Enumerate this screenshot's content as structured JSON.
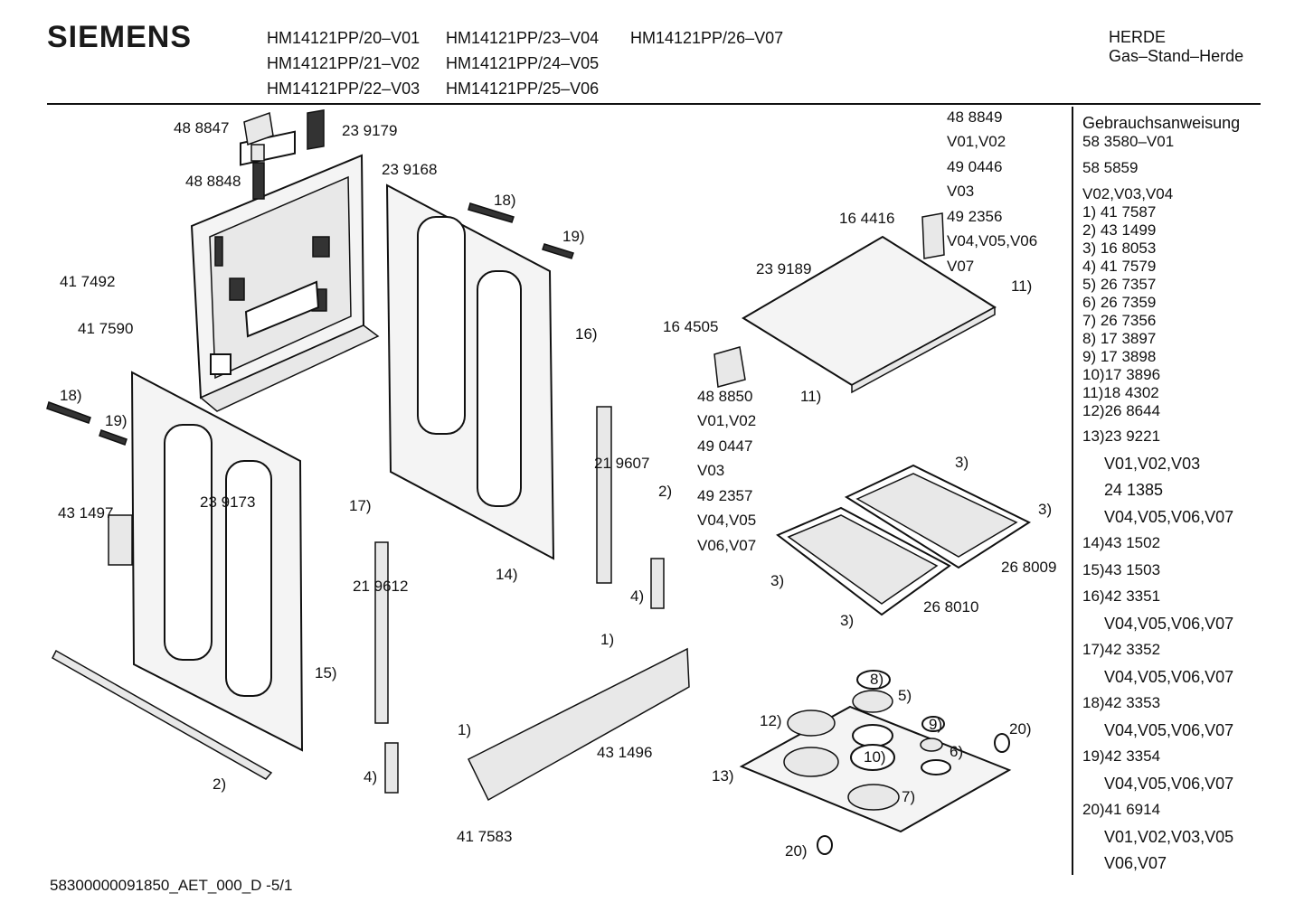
{
  "header": {
    "brand": "SIEMENS",
    "models": [
      [
        "HM14121PP/20–V01",
        "HM14121PP/23–V04",
        "HM14121PP/26–V07"
      ],
      [
        "HM14121PP/21–V02",
        "HM14121PP/24–V05"
      ],
      [
        "HM14121PP/22–V03",
        "HM14121PP/25–V06"
      ]
    ],
    "category": "HERDE",
    "subcategory": "Gas–Stand–Herde"
  },
  "diagram_labels": {
    "p488847": "48 8847",
    "p239179": "23 9179",
    "p488848": "48 8848",
    "p239168": "23 9168",
    "c18a": "18)",
    "c19a": "19)",
    "p417492": "41 7492",
    "p417590": "41 7590",
    "c16": "16)",
    "c18b": "18)",
    "c19b": "19)",
    "p431497": "43 1497",
    "p239173": "23 9173",
    "c17": "17)",
    "p219607": "21 9607",
    "c2a": "2)",
    "p219612": "21 9612",
    "c14": "14)",
    "c4a": "4)",
    "c1a": "1)",
    "c15": "15)",
    "c1b": "1)",
    "p431496": "43 1496",
    "c4b": "4)",
    "c2b": "2)",
    "p417583": "41 7583",
    "p488849": "48 8849",
    "v0102a": "V01,V02",
    "p490446": "49 0446",
    "v03a": "V03",
    "p492356": "49 2356",
    "v040506": "V04,V05,V06",
    "v07": "V07",
    "p164416": "16 4416",
    "p239189": "23 9189",
    "c11a": "11)",
    "p164505": "16 4505",
    "p488850": "48 8850",
    "c11b": "11)",
    "v0102b": "V01,V02",
    "p490447": "49 0447",
    "v03b": "V03",
    "p492357": "49 2357",
    "v0405": "V04,V05",
    "v0607": "V06,V07",
    "c3a": "3)",
    "c3b": "3)",
    "c3c": "3)",
    "c3d": "3)",
    "p268009": "26 8009",
    "p268010": "26 8010",
    "c8": "8)",
    "c5": "5)",
    "c12": "12)",
    "c9": "9)",
    "c20a": "20)",
    "c10": "10)",
    "c6": "6)",
    "c13": "13)",
    "c7": "7)",
    "c20b": "20)"
  },
  "sidebar": {
    "manual_title": "Gebrauchsanweisung",
    "manual_no": "58 3580–V01",
    "manual_no2": "58 5859",
    "variants": "V02,V03,V04",
    "parts": [
      "1) 41 7587",
      "2) 43 1499",
      "3) 16 8053",
      "4) 41 7579",
      "5) 26 7357",
      "6) 26 7359",
      "7) 26 7356",
      "8) 17 3897",
      "9) 17 3898",
      "10)17 3896",
      "11)18 4302",
      "12)26 8644"
    ],
    "parts2": [
      {
        "text": "13)23 9221",
        "indent": false
      },
      {
        "text": "V01,V02,V03",
        "indent": true
      },
      {
        "text": "24 1385",
        "indent": true
      },
      {
        "text": "V04,V05,V06,V07",
        "indent": true
      },
      {
        "text": "14)43 1502",
        "indent": false
      },
      {
        "text": "15)43 1503",
        "indent": false
      },
      {
        "text": "16)42 3351",
        "indent": false
      },
      {
        "text": "V04,V05,V06,V07",
        "indent": true
      },
      {
        "text": "17)42 3352",
        "indent": false
      },
      {
        "text": "V04,V05,V06,V07",
        "indent": true
      },
      {
        "text": "18)42 3353",
        "indent": false
      },
      {
        "text": "V04,V05,V06,V07",
        "indent": true
      },
      {
        "text": "19)42 3354",
        "indent": false
      },
      {
        "text": "V04,V05,V06,V07",
        "indent": true
      },
      {
        "text": "20)41 6914",
        "indent": false
      },
      {
        "text": "V01,V02,V03,V05",
        "indent": true
      },
      {
        "text": "V06,V07",
        "indent": true
      }
    ]
  },
  "footer": {
    "doc_id": "58300000091850_AET_000_D",
    "page": "-5/1"
  }
}
